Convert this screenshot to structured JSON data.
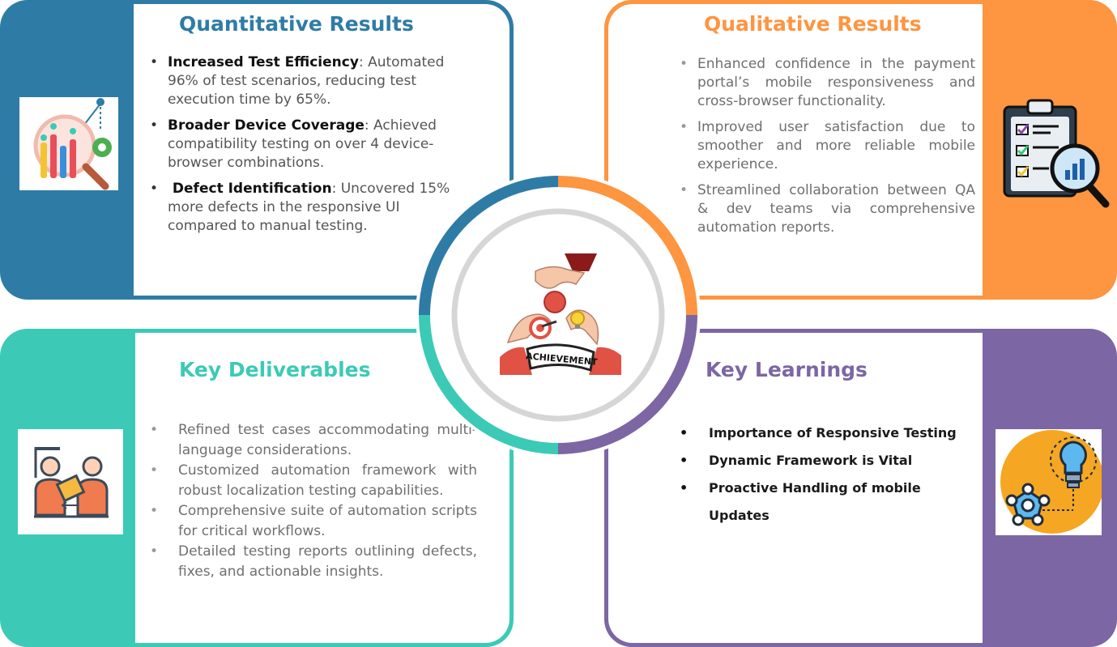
{
  "quantitative": {
    "title": "Quantitative Results",
    "items": [
      {
        "bold": "Increased Test Efficiency",
        "text": ": Automated 96% of test scenarios, reducing test execution time by 65%."
      },
      {
        "bold": "Broader Device Coverage",
        "text": ": Achieved compatibility testing on over 4 device-browser combinations."
      },
      {
        "bold": " Defect Identification",
        "text": ": Uncovered 15% more defects in the responsive UI compared to manual testing."
      }
    ],
    "icon": "analytics-magnifier-icon"
  },
  "qualitative": {
    "title": "Qualitative Results",
    "items": [
      "Enhanced confidence in the payment portal’s mobile responsiveness and cross-browser functionality.",
      " Improved user satisfaction due to smoother and more reliable mobile experience.",
      " Streamlined collaboration between QA & dev teams via comprehensive automation reports."
    ],
    "icon": "clipboard-checklist-icon"
  },
  "deliverables": {
    "title": "Key Deliverables",
    "items": [
      "Refined test cases accommodating multi-language considerations.",
      "Customized automation framework with robust localization testing capabilities.",
      "Comprehensive suite of automation scripts for critical workflows.",
      " Detailed testing reports outlining defects, fixes, and actionable insights."
    ],
    "icon": "handover-package-icon"
  },
  "learnings": {
    "title": "Key Learnings",
    "items": [
      "Importance of Responsive Testing",
      "Dynamic Framework is Vital",
      "Proactive Handling of  mobile Updates"
    ],
    "icon": "lightbulb-network-icon"
  },
  "center": {
    "banner": "ACHIEVEMENT",
    "icon": "achievement-hands-icon"
  },
  "colors": {
    "blue": "#2e7ca6",
    "orange": "#fd9541",
    "teal": "#3ccab6",
    "purple": "#7c66a3"
  }
}
